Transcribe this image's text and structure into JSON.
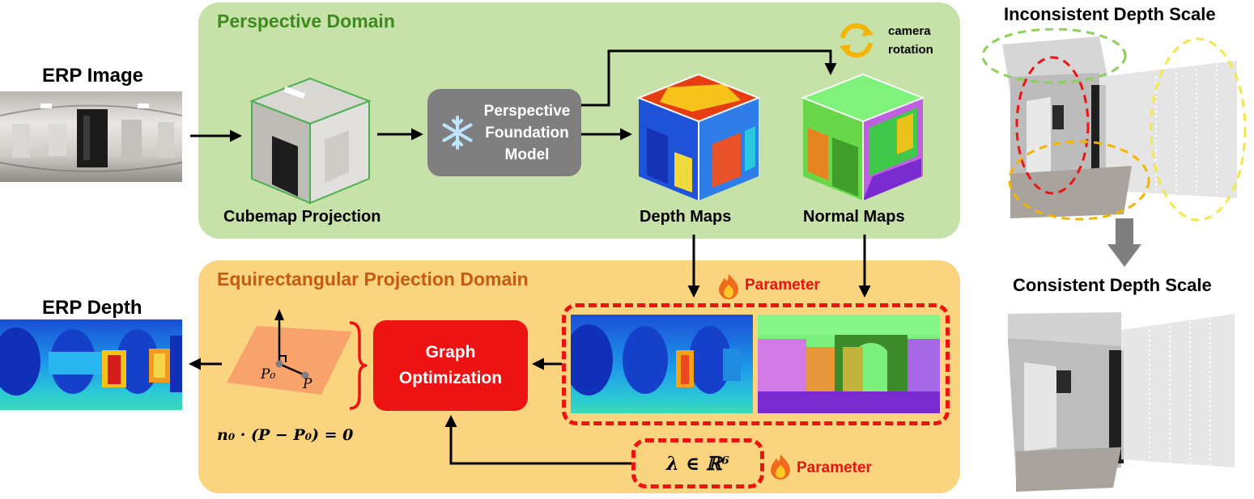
{
  "labels": {
    "erp_image": "ERP Image",
    "erp_depth": "ERP Depth",
    "cubemap_projection": "Cubemap Projection",
    "depth_maps": "Depth Maps",
    "normal_maps": "Normal Maps",
    "camera_rotation_1": "camera",
    "camera_rotation_2": "rotation",
    "inconsistent": "Inconsistent Depth Scale",
    "consistent": "Consistent Depth Scale"
  },
  "domains": {
    "perspective": "Perspective Domain",
    "equirectangular": "Equirectangular Projection Domain"
  },
  "boxes": {
    "pfm_line1": "Perspective",
    "pfm_line2": "Foundation",
    "pfm_line3": "Model",
    "graph_line1": "Graph",
    "graph_line2": "Optimization"
  },
  "params": {
    "parameter_top": "Parameter",
    "parameter_bottom": "Parameter"
  },
  "math": {
    "plane_eq": "n₀ · (P − P₀) = 0",
    "lambda": "λ ∈ ℝ⁶",
    "p0": "P₀",
    "p": "P"
  },
  "colors": {
    "perspective_bg": "#c6e2a9",
    "perspective_title": "#3f8a1f",
    "erp_bg": "#fbd47f",
    "erp_title": "#c55a11",
    "accent_red": "#ee1313",
    "model_gray": "#7f7f7f"
  },
  "icons": [
    "snowflake-icon",
    "flame-icon",
    "camera-rotation-icon",
    "down-arrow-icon"
  ]
}
